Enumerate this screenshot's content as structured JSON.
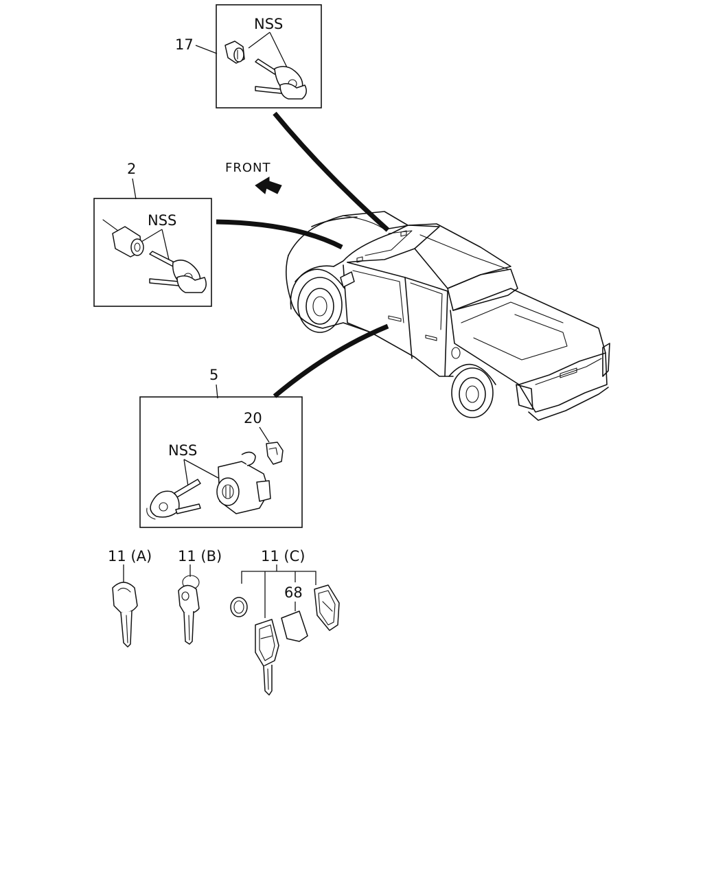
{
  "labels": {
    "front": "FRONT",
    "part_17": "17",
    "part_2": "2",
    "part_5": "5",
    "part_20": "20",
    "part_68": "68",
    "part_11a": "11 (A)",
    "part_11b": "11 (B)",
    "part_11c": "11 (C)",
    "nss": "NSS"
  }
}
